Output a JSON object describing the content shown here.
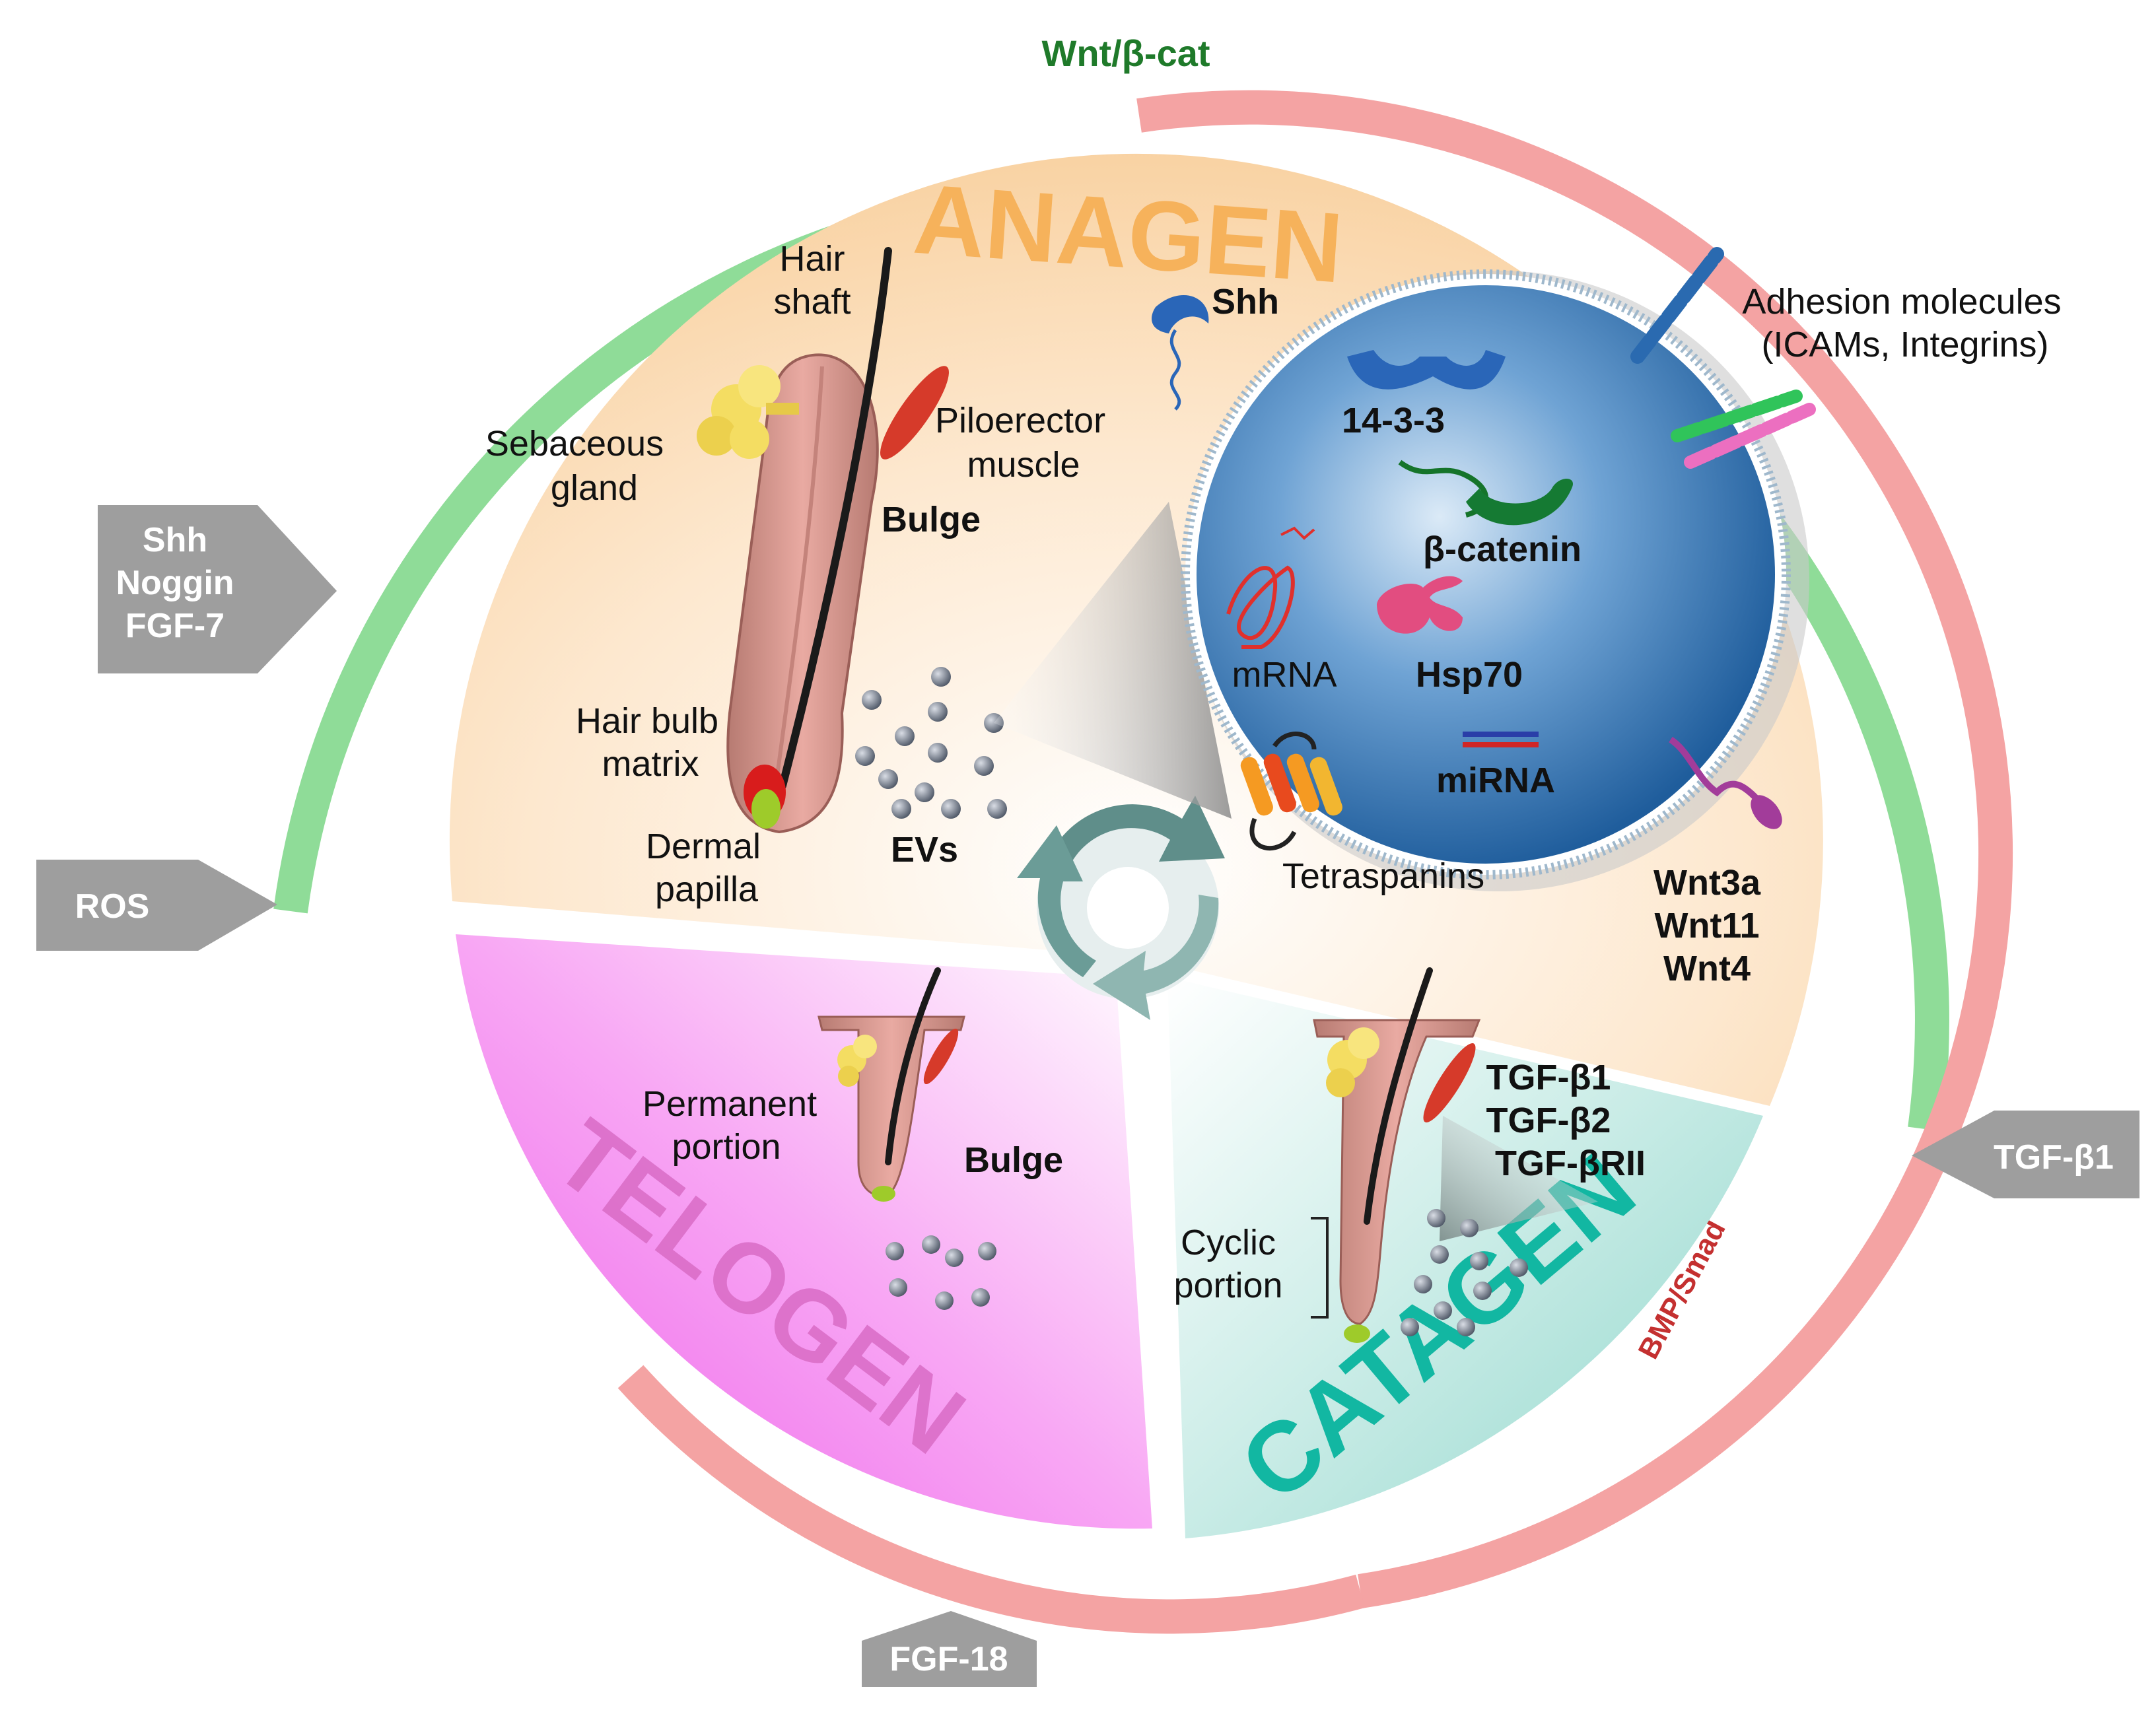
{
  "pathways": {
    "wnt": "Wnt/β-cat",
    "bmp": "BMP/Smad"
  },
  "phases": {
    "anagen": "ANAGEN",
    "telogen": "TELOGEN",
    "catagen": "CATAGEN"
  },
  "regulators": {
    "left_top": [
      "Shh",
      "Noggin",
      "FGF-7"
    ],
    "left_bottom": "ROS",
    "right": "TGF-β1",
    "bottom": "FGF-18"
  },
  "follicle_labels": {
    "hair_shaft": [
      "Hair",
      "shaft"
    ],
    "sebaceous_gland": [
      "Sebaceous",
      "gland"
    ],
    "piloerector": [
      "Piloerector",
      "muscle"
    ],
    "bulge": "Bulge",
    "hair_bulb": [
      "Hair bulb",
      "matrix"
    ],
    "dermal_papilla": [
      "Dermal",
      "papilla"
    ],
    "evs": "EVs"
  },
  "ev_cargo": {
    "shh": "Shh",
    "p1433": "14-3-3",
    "bcatenin": "β-catenin",
    "mrna": "mRNA",
    "hsp70": "Hsp70",
    "mirna": "miRNA",
    "tetraspanins": "Tetraspanins",
    "adhesion": [
      "Adhesion molecules",
      "(ICAMs, Integrins)"
    ]
  },
  "wnt_list": [
    "Wnt3a",
    "Wnt11",
    "Wnt4"
  ],
  "telogen_labels": {
    "permanent": [
      "Permanent",
      "portion"
    ],
    "bulge": "Bulge"
  },
  "catagen_labels": {
    "tgf": [
      "TGF-β1",
      "TGF-β2",
      "TGF-βRII"
    ],
    "cyclic": [
      "Cyclic",
      "portion"
    ]
  },
  "colors": {
    "wnt_arc": "#8fdc98",
    "bmp_arc": "#f4a3a3",
    "anagen_text": "#f6b25b",
    "anagen_bg": "#fbd9b0",
    "telogen_bg": "#f06df0",
    "telogen_text": "#d86bc4",
    "catagen_bg": "#a7e0d8",
    "catagen_text": "#12b7a2",
    "arrow_grey": "#9e9e9e",
    "vesicle_blue": "#2e72b4"
  }
}
